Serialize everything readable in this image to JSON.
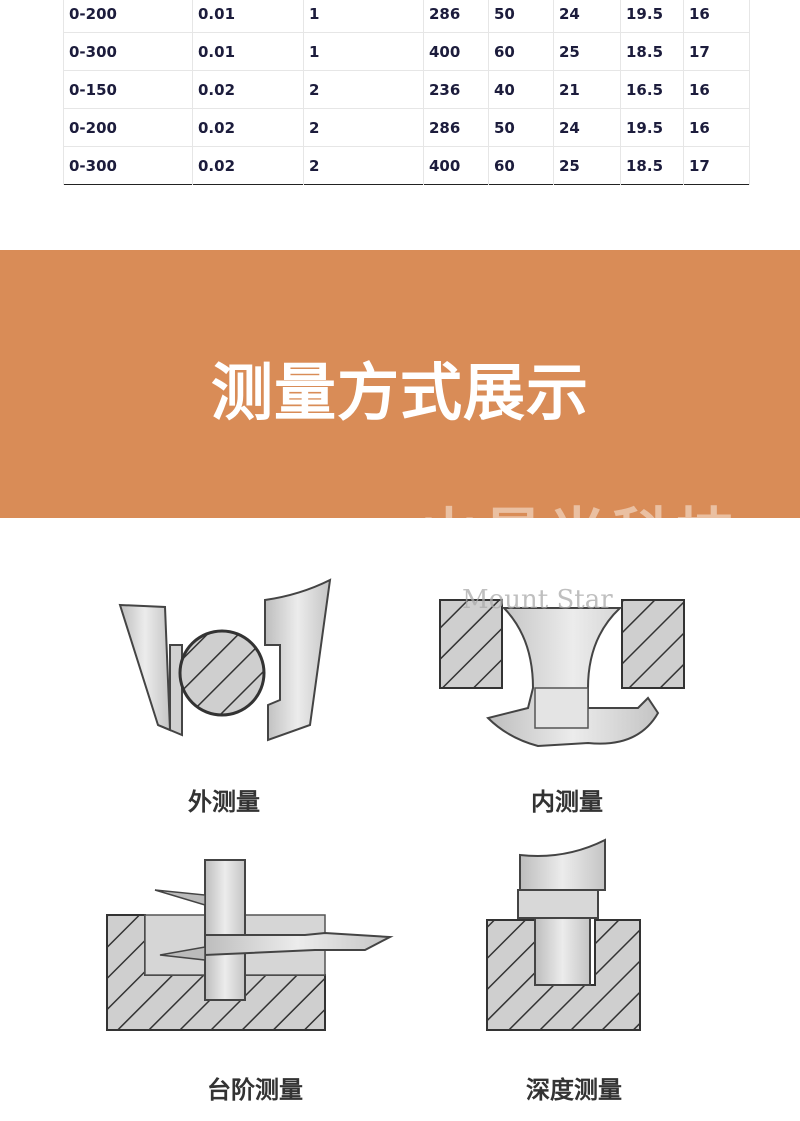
{
  "table": {
    "rows": [
      [
        "0-200",
        "0.01",
        "1",
        "286",
        "50",
        "24",
        "19.5",
        "16"
      ],
      [
        "0-300",
        "0.01",
        "1",
        "400",
        "60",
        "25",
        "18.5",
        "17"
      ],
      [
        "0-150",
        "0.02",
        "2",
        "236",
        "40",
        "21",
        "16.5",
        "16"
      ],
      [
        "0-200",
        "0.02",
        "2",
        "286",
        "50",
        "24",
        "19.5",
        "16"
      ],
      [
        "0-300",
        "0.02",
        "2",
        "400",
        "60",
        "25",
        "18.5",
        "17"
      ]
    ]
  },
  "banner": {
    "title": "测量方式展示",
    "color": "#d98c57"
  },
  "watermark": {
    "cn": "山星光科技",
    "en": "Mount Star"
  },
  "diagrams": [
    {
      "label": "外测量"
    },
    {
      "label": "内测量"
    },
    {
      "label": "台阶测量"
    },
    {
      "label": "深度测量"
    }
  ]
}
